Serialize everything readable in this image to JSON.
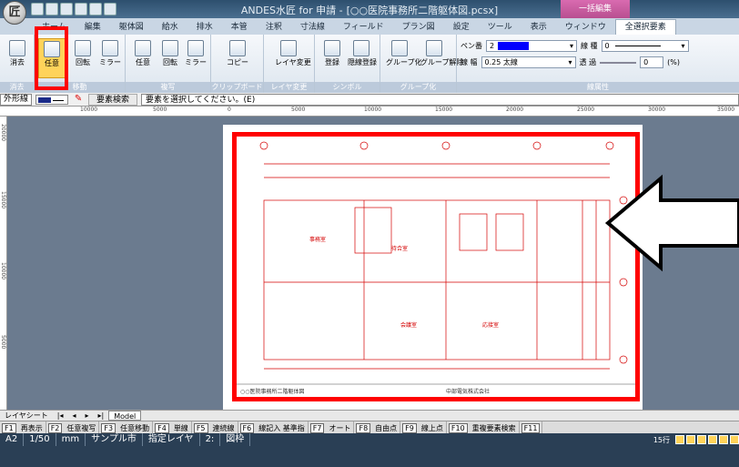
{
  "titlebar": {
    "app_name": "ANDES水匠 for 申請 -",
    "document": "[○○医院事務所二階躯体図.pcsx]",
    "contextual_group": "一括編集"
  },
  "ribbon_tabs": [
    "ホーム",
    "編集",
    "躯体図",
    "給水",
    "排水",
    "本管",
    "注釈",
    "寸法線",
    "フィールド",
    "プラン図",
    "設定",
    "ツール",
    "表示",
    "ウィンドウ",
    "全選択要素"
  ],
  "ribbon": {
    "groups": [
      {
        "label": "消去"
      },
      {
        "label": "移動"
      },
      {
        "label": "複写"
      },
      {
        "label": "クリップボード"
      },
      {
        "label": "レイヤ変更"
      },
      {
        "label": "シンボル"
      },
      {
        "label": "グループ化"
      },
      {
        "label": "線属性"
      }
    ],
    "buttons": {
      "erase": "消去",
      "move_arbitrary": "任意",
      "move_rotate": "回転",
      "move_mirror": "ミラー",
      "copy_arbitrary": "任意",
      "copy_rotate": "回転",
      "copy_mirror": "ミラー",
      "copy": "コピー",
      "layer_change": "レイヤ変更",
      "register": "登録",
      "hidden_register": "隠線登録",
      "group": "グループ化",
      "ungroup": "グループ解除"
    },
    "line_props": {
      "pen_label": "ペン番",
      "pen_value": "2",
      "pen_color": "#0000ff",
      "linetype_label": "線 種",
      "linetype_value": "0",
      "width_label": "線 幅",
      "width_value": "0.25 太線",
      "transparency_label": "透 過",
      "transparency_value": "0",
      "transparency_unit": "(%)"
    }
  },
  "toolbar2": {
    "layer": "外形線",
    "search_button": "要素検索",
    "prompt": "要素を選択してください。(E)"
  },
  "ruler": {
    "h_ticks": [
      "10000",
      "5000",
      "0",
      "5000",
      "10000",
      "15000",
      "20000",
      "25000",
      "30000",
      "35000"
    ],
    "v_ticks": [
      "20000",
      "15000",
      "10000",
      "5000"
    ]
  },
  "drawing": {
    "room_a": "事務室",
    "room_b": "待合室",
    "room_c": "会議室",
    "room_d": "応接室",
    "title_block_left": "○○医院事務所二階躯体図",
    "title_block_company": "中部電気株式会社"
  },
  "sheet_tabs": {
    "current": "レイヤシート",
    "model": "Model"
  },
  "function_keys": [
    {
      "key": "F1",
      "label": "再表示"
    },
    {
      "key": "F2",
      "label": "任意複写"
    },
    {
      "key": "F3",
      "label": "任意移動"
    },
    {
      "key": "F4",
      "label": "単線"
    },
    {
      "key": "F5",
      "label": "連続線"
    },
    {
      "key": "F6",
      "label": "線記入 基準指"
    },
    {
      "key": "F7",
      "label": "オート"
    },
    {
      "key": "F8",
      "label": "自由点"
    },
    {
      "key": "F9",
      "label": "線上点"
    },
    {
      "key": "F10",
      "label": "重複要素検索"
    },
    {
      "key": "F11",
      "label": ""
    }
  ],
  "status": {
    "paper": "A2",
    "scale": "1/50",
    "unit": "mm",
    "city": "サンプル市",
    "layer_mode": "指定レイヤ",
    "layer_no": "2:",
    "layer_name": "図枠",
    "count": "15行"
  }
}
